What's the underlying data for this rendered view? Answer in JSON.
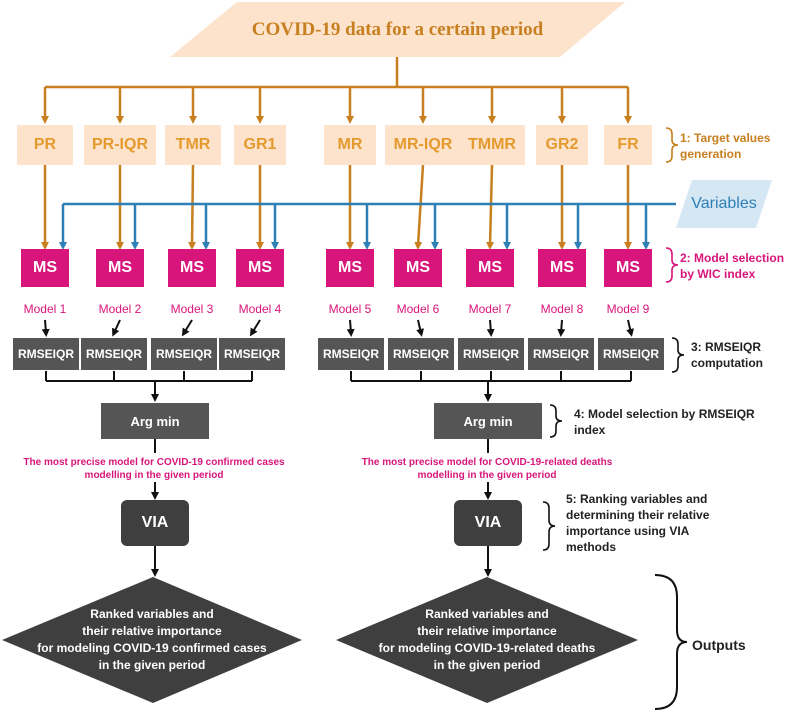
{
  "top": {
    "title": "COVID-19 data for a certain period"
  },
  "targets": [
    "PR",
    "PR-IQR",
    "TMR",
    "GR1",
    "MR",
    "MR-IQR",
    "TMMR",
    "GR2",
    "FR"
  ],
  "variables_label": "Variables",
  "ms_label": "MS",
  "models": [
    "Model 1",
    "Model 2",
    "Model 3",
    "Model 4",
    "Model 5",
    "Model 6",
    "Model 7",
    "Model 8",
    "Model 9"
  ],
  "rmse_label": "RMSEIQR",
  "argmin_label": "Arg min",
  "precise": {
    "left": {
      "line1": "The most precise model for COVID-19 confirmed cases",
      "line2": "modelling in the given period"
    },
    "right": {
      "line1": "The most precise model for COVID-19-related deaths",
      "line2": "modelling in the given period"
    }
  },
  "via_label": "VIA",
  "outputs_diamond": {
    "left": [
      "Ranked variables and",
      "their relative importance",
      "for modeling COVID-19 confirmed cases",
      "in the given period"
    ],
    "right": [
      "Ranked variables and",
      "their relative importance",
      "for modeling COVID-19-related deaths",
      "in the given period"
    ]
  },
  "steps": {
    "s1": [
      "1: Target values",
      "generation"
    ],
    "s2": [
      "2: Model selection",
      "by WIC index"
    ],
    "s3": [
      "3: RMSEIQR",
      "computation"
    ],
    "s4": [
      "4: Model selection by RMSEIQR",
      "index"
    ],
    "s5": [
      "5: Ranking variables and",
      "determining their relative",
      "importance using VIA",
      "methods"
    ]
  },
  "outputs_label": "Outputs",
  "colors": {
    "orange": "#c77f1f",
    "peach": "#fde3cc",
    "magenta": "#d8157a",
    "blue": "#2d7fb5",
    "dark": "#555555"
  }
}
